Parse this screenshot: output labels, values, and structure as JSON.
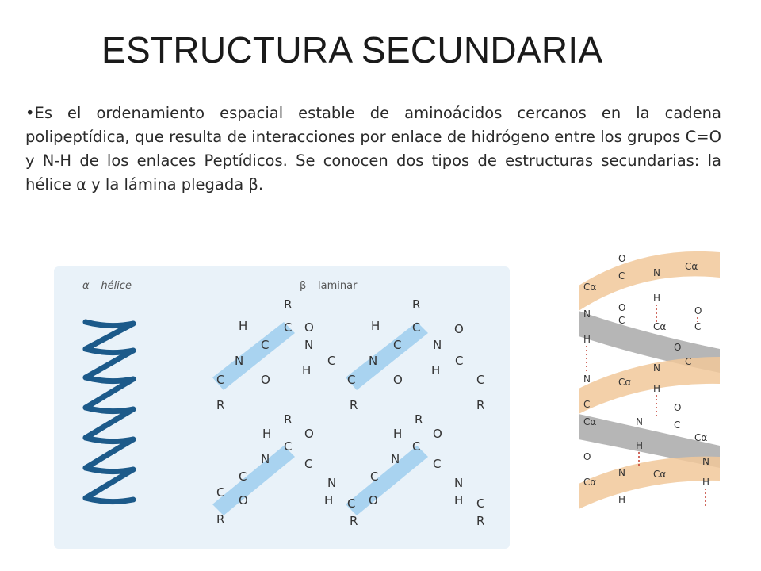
{
  "slide": {
    "title": "ESTRUCTURA SECUNDARIA",
    "bullet_text": "•Es el ordenamiento espacial estable de aminoácidos cercanos en la cadena polipeptídica, que resulta de interacciones por enlace de hidrógeno entre los grupos C=O y N-H de los enlaces Peptídicos. Se conocen dos tipos de estructuras secundarias: la hélice α y la lámina plegada β."
  },
  "figure_left": {
    "alpha_label": "α – hélice",
    "beta_label": "β – laminar",
    "bg_color": "#e9f2f9",
    "highlight_color": "#a9d3f0",
    "helix_color": "#1c5a8a"
  },
  "figure_right": {
    "ribbon_tan": "#f1c89a",
    "ribbon_gray": "#a9a9a9"
  }
}
